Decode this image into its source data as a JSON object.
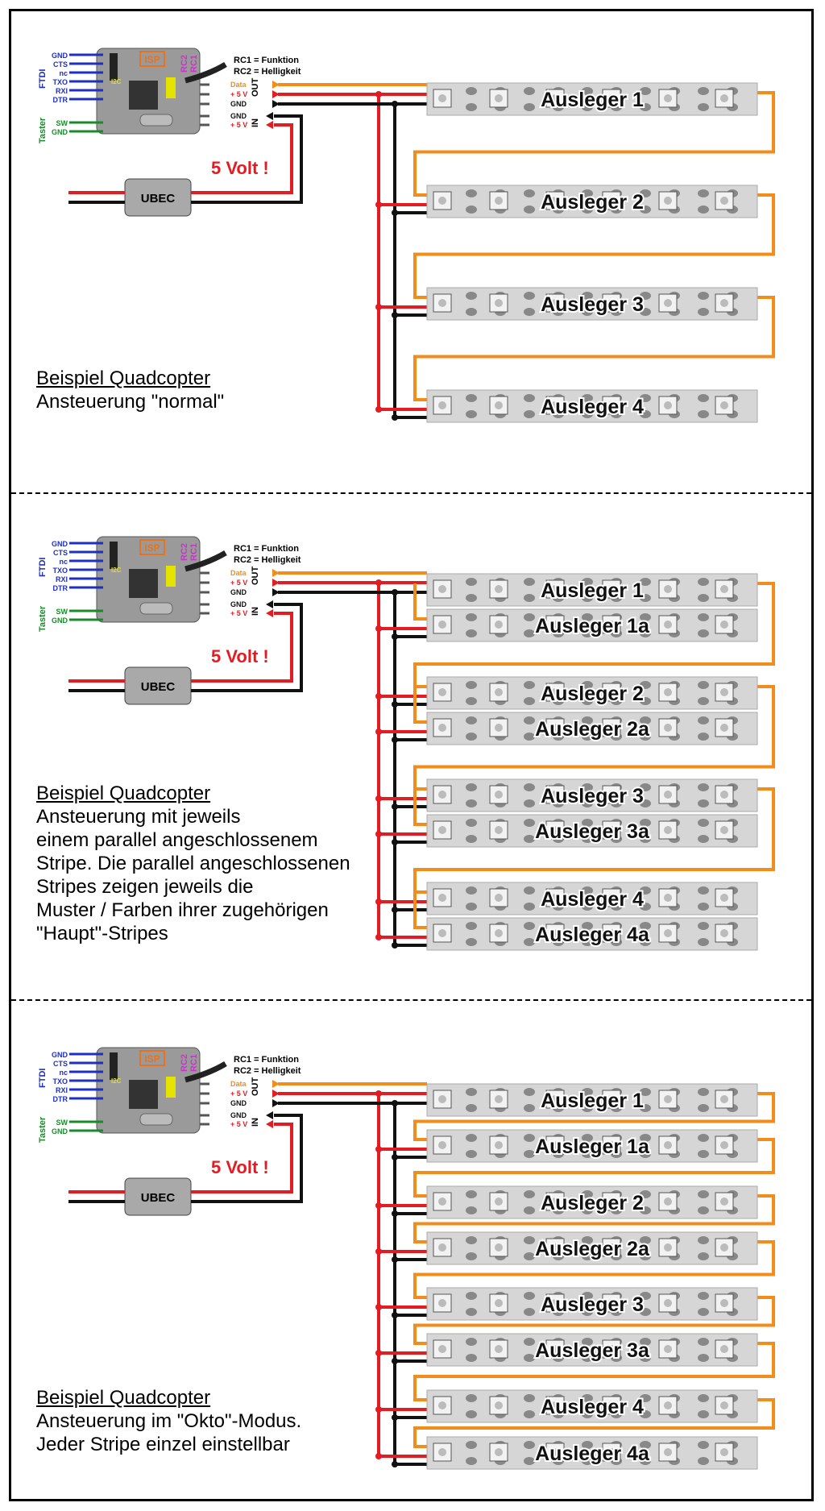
{
  "colors": {
    "data_wire": "#f28c1b",
    "plus5v_wire": "#e31b23",
    "gnd_wire": "#111111",
    "ftdi_wire": "#1f2fbf",
    "taster_wire": "#1a8a2a",
    "isp_badge": "#e8731e",
    "jumper_yellow": "#e6e200",
    "rc_magenta": "#cc33cc",
    "strip_bg": "#d6d6d6",
    "pcb_gray": "#9a9a9a"
  },
  "icons": [
    "led-chip-icon",
    "arrow-right-icon",
    "arrow-left-icon",
    "wire-junction-icon"
  ],
  "controller": {
    "ftdi_group_label": "FTDI",
    "ftdi_pins": [
      "GND",
      "CTS",
      "nc",
      "TXO",
      "RXI",
      "DTR"
    ],
    "taster_group_label": "Taster",
    "taster_pins": [
      "SW",
      "GND"
    ],
    "isp_label": "ISP",
    "i2c_label": "I2C",
    "rc_labels": [
      "RC2",
      "RC1"
    ],
    "out_label": "OUT",
    "in_label": "IN",
    "out_pins": [
      "Data",
      "+ 5 V",
      "GND"
    ],
    "in_pins": [
      "GND",
      "+ 5 V"
    ],
    "rc_notes": [
      "RC1 = Funktion",
      "RC2 = Helligkeit"
    ],
    "ubec_label": "UBEC",
    "voltage_label": "5 Volt !"
  },
  "sections": [
    {
      "caption": [
        "Beispiel Quadcopter",
        "Ansteuerung \"normal\""
      ],
      "strips": [
        "Ausleger 1",
        "Ausleger 2",
        "Ausleger 3",
        "Ausleger 4"
      ]
    },
    {
      "caption": [
        "Beispiel Quadcopter",
        "Ansteuerung mit jeweils",
        "einem parallel angeschlossenem",
        "Stripe. Die parallel angeschlossenen",
        "Stripes zeigen jeweils die",
        "Muster / Farben ihrer zugehörigen",
        "\"Haupt\"-Stripes"
      ],
      "strips": [
        "Ausleger 1",
        "Ausleger 1a",
        "Ausleger 2",
        "Ausleger 2a",
        "Ausleger 3",
        "Ausleger 3a",
        "Ausleger 4",
        "Ausleger 4a"
      ]
    },
    {
      "caption": [
        "Beispiel Quadcopter",
        "Ansteuerung im \"Okto\"-Modus.",
        "Jeder Stripe einzel einstellbar"
      ],
      "strips": [
        "Ausleger 1",
        "Ausleger 1a",
        "Ausleger 2",
        "Ausleger 2a",
        "Ausleger 3",
        "Ausleger 3a",
        "Ausleger 4",
        "Ausleger 4a"
      ]
    }
  ]
}
